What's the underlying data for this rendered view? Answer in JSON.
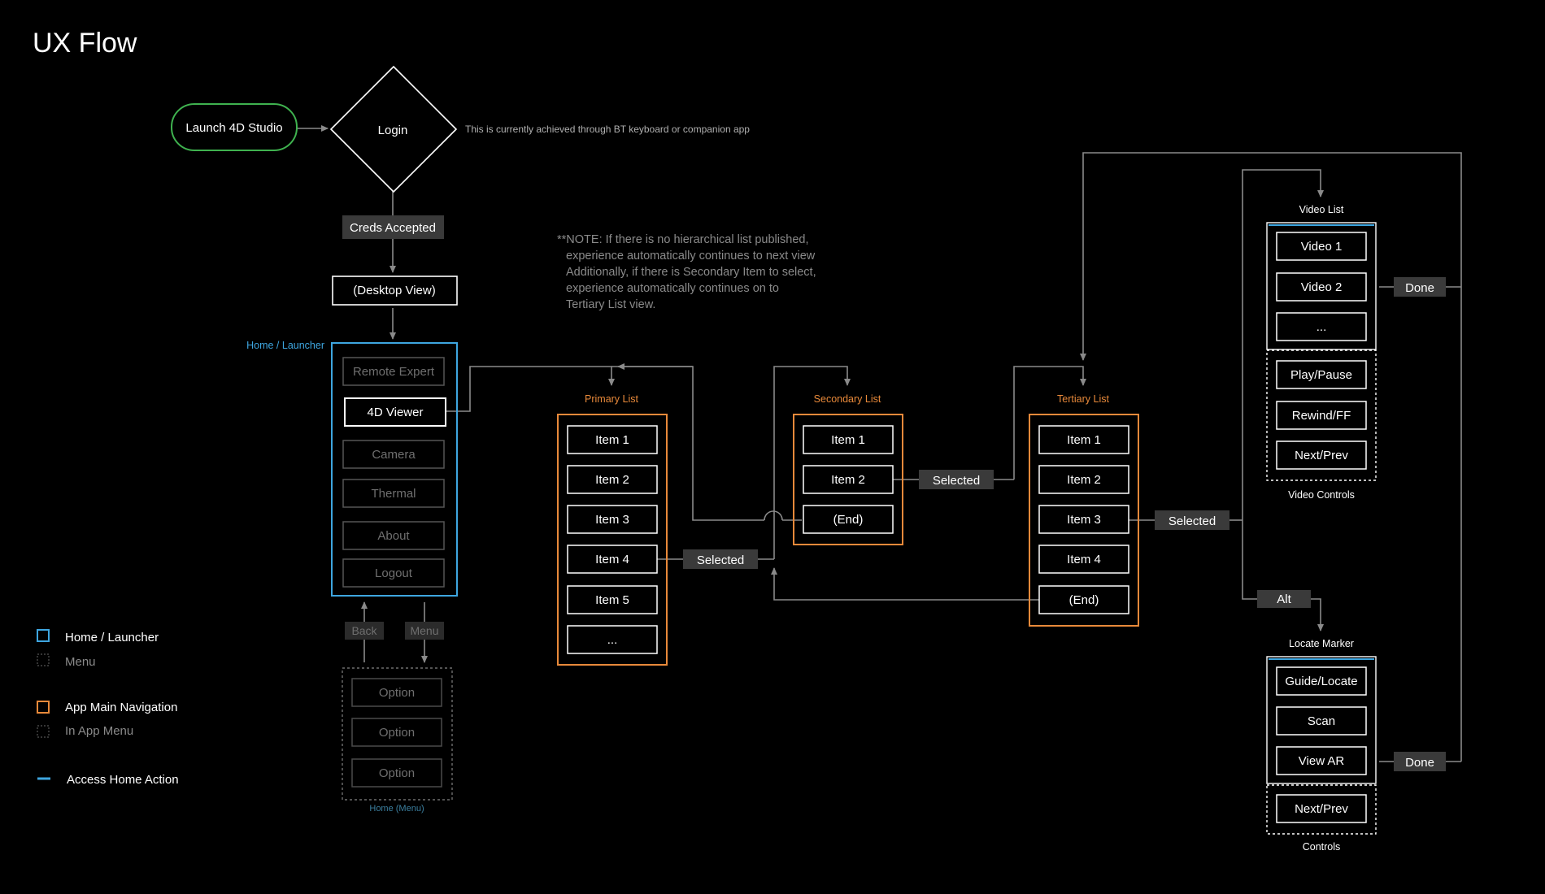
{
  "title": "UX Flow",
  "colors": {
    "background": "#000000",
    "home_blue": "#3ea6e0",
    "app_orange": "#e8893a",
    "launch_green": "#3fb24f",
    "line_gray": "#8a8a8a",
    "dim_text": "#6f6f6f",
    "tag_fill": "#3a3a3a"
  },
  "start": {
    "launch": "Launch 4D Studio",
    "login": "Login",
    "login_note": "This is currently achieved through BT keyboard or companion app"
  },
  "creds_accepted": "Creds Accepted",
  "desktop_view": "(Desktop View)",
  "home": {
    "label": "Home / Launcher",
    "items": [
      "Remote Expert",
      "4D Viewer",
      "Camera",
      "Thermal",
      "About",
      "Logout"
    ],
    "back": "Back",
    "menu": "Menu",
    "menu_options": [
      "Option",
      "Option",
      "Option"
    ],
    "menu_label": "Home (Menu)"
  },
  "note": [
    "**NOTE: If there is no hierarchical list published,",
    "experience automatically continues to next view",
    "Additionally, if there is Secondary Item to select,",
    "experience automatically continues on to",
    "Tertiary List view."
  ],
  "primary": {
    "label": "Primary List",
    "items": [
      "Item 1",
      "Item 2",
      "Item 3",
      "Item 4",
      "Item 5",
      "..."
    ]
  },
  "secondary": {
    "label": "Secondary List",
    "items": [
      "Item 1",
      "Item 2",
      "(End)"
    ]
  },
  "tertiary": {
    "label": "Tertiary List",
    "items": [
      "Item 1",
      "Item 2",
      "Item 3",
      "Item 4",
      "(End)"
    ]
  },
  "selected": "Selected",
  "alt": "Alt",
  "done": "Done",
  "video": {
    "label": "Video List",
    "items": [
      "Video 1",
      "Video 2",
      "..."
    ],
    "controls": [
      "Play/Pause",
      "Rewind/FF",
      "Next/Prev"
    ],
    "controls_label": "Video Controls"
  },
  "locate": {
    "label": "Locate Marker",
    "items": [
      "Guide/Locate",
      "Scan",
      "View AR"
    ],
    "controls": [
      "Next/Prev"
    ],
    "controls_label": "Controls"
  },
  "legend": [
    "Home / Launcher",
    "Menu",
    "App Main Navigation",
    "In App Menu",
    "Access Home Action"
  ]
}
